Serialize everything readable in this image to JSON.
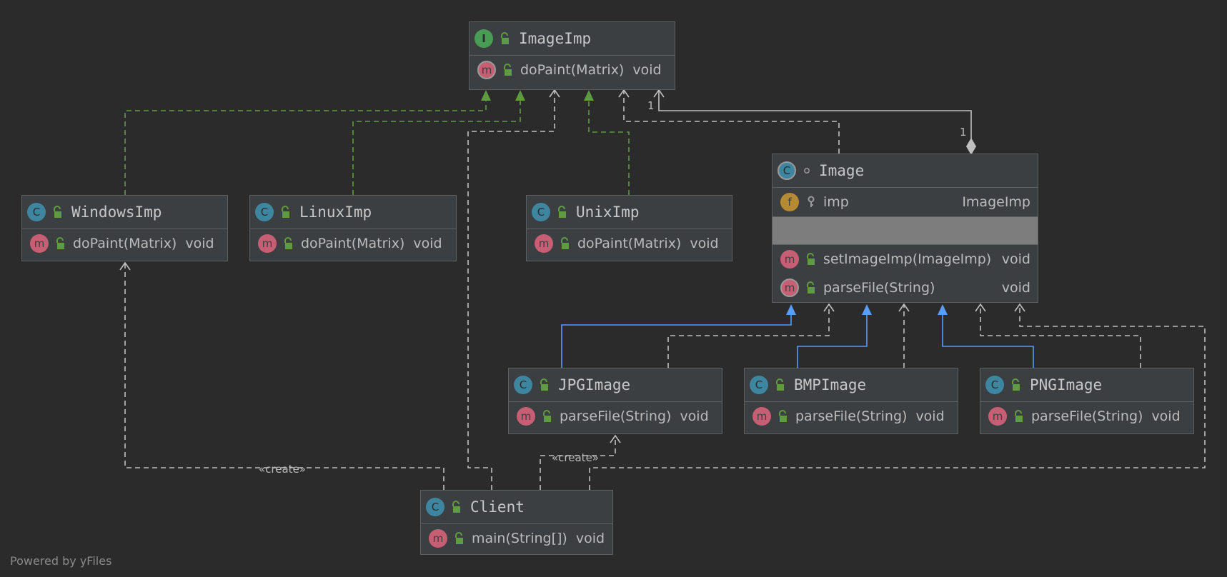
{
  "classes": {
    "imageimp": {
      "name": "ImageImp",
      "kind": "I",
      "methods": [
        {
          "sig": "doPaint(Matrix)",
          "ret": "void"
        }
      ]
    },
    "image": {
      "name": "Image",
      "kind": "C",
      "fields": [
        {
          "name": "imp",
          "type": "ImageImp"
        }
      ],
      "methods": [
        {
          "sig": "setImageImp(ImageImp)",
          "ret": "void"
        },
        {
          "sig": "parseFile(String)",
          "ret": "void"
        }
      ]
    },
    "windowsimp": {
      "name": "WindowsImp",
      "kind": "C",
      "methods": [
        {
          "sig": "doPaint(Matrix)",
          "ret": "void"
        }
      ]
    },
    "linuximp": {
      "name": "LinuxImp",
      "kind": "C",
      "methods": [
        {
          "sig": "doPaint(Matrix)",
          "ret": "void"
        }
      ]
    },
    "uniximp": {
      "name": "UnixImp",
      "kind": "C",
      "methods": [
        {
          "sig": "doPaint(Matrix)",
          "ret": "void"
        }
      ]
    },
    "jpgimage": {
      "name": "JPGImage",
      "kind": "C",
      "methods": [
        {
          "sig": "parseFile(String)",
          "ret": "void"
        }
      ]
    },
    "bmpimage": {
      "name": "BMPImage",
      "kind": "C",
      "methods": [
        {
          "sig": "parseFile(String)",
          "ret": "void"
        }
      ]
    },
    "pngimage": {
      "name": "PNGImage",
      "kind": "C",
      "methods": [
        {
          "sig": "parseFile(String)",
          "ret": "void"
        }
      ]
    },
    "client": {
      "name": "Client",
      "kind": "C",
      "methods": [
        {
          "sig": "main(String[])",
          "ret": "void"
        }
      ]
    }
  },
  "badges": {
    "class": "C",
    "interface": "I",
    "method": "m",
    "field": "f"
  },
  "labels": {
    "multiplicity_top": "1",
    "multiplicity_bottom": "1",
    "create_left": "«create»",
    "create_mid": "«create»",
    "footer": "Powered by yFiles"
  },
  "colors": {
    "background": "#2b2b2b",
    "node": "#3c3f41",
    "implements": "#5f9b42",
    "extends": "#589df6",
    "dependency": "#c0c0c0"
  }
}
